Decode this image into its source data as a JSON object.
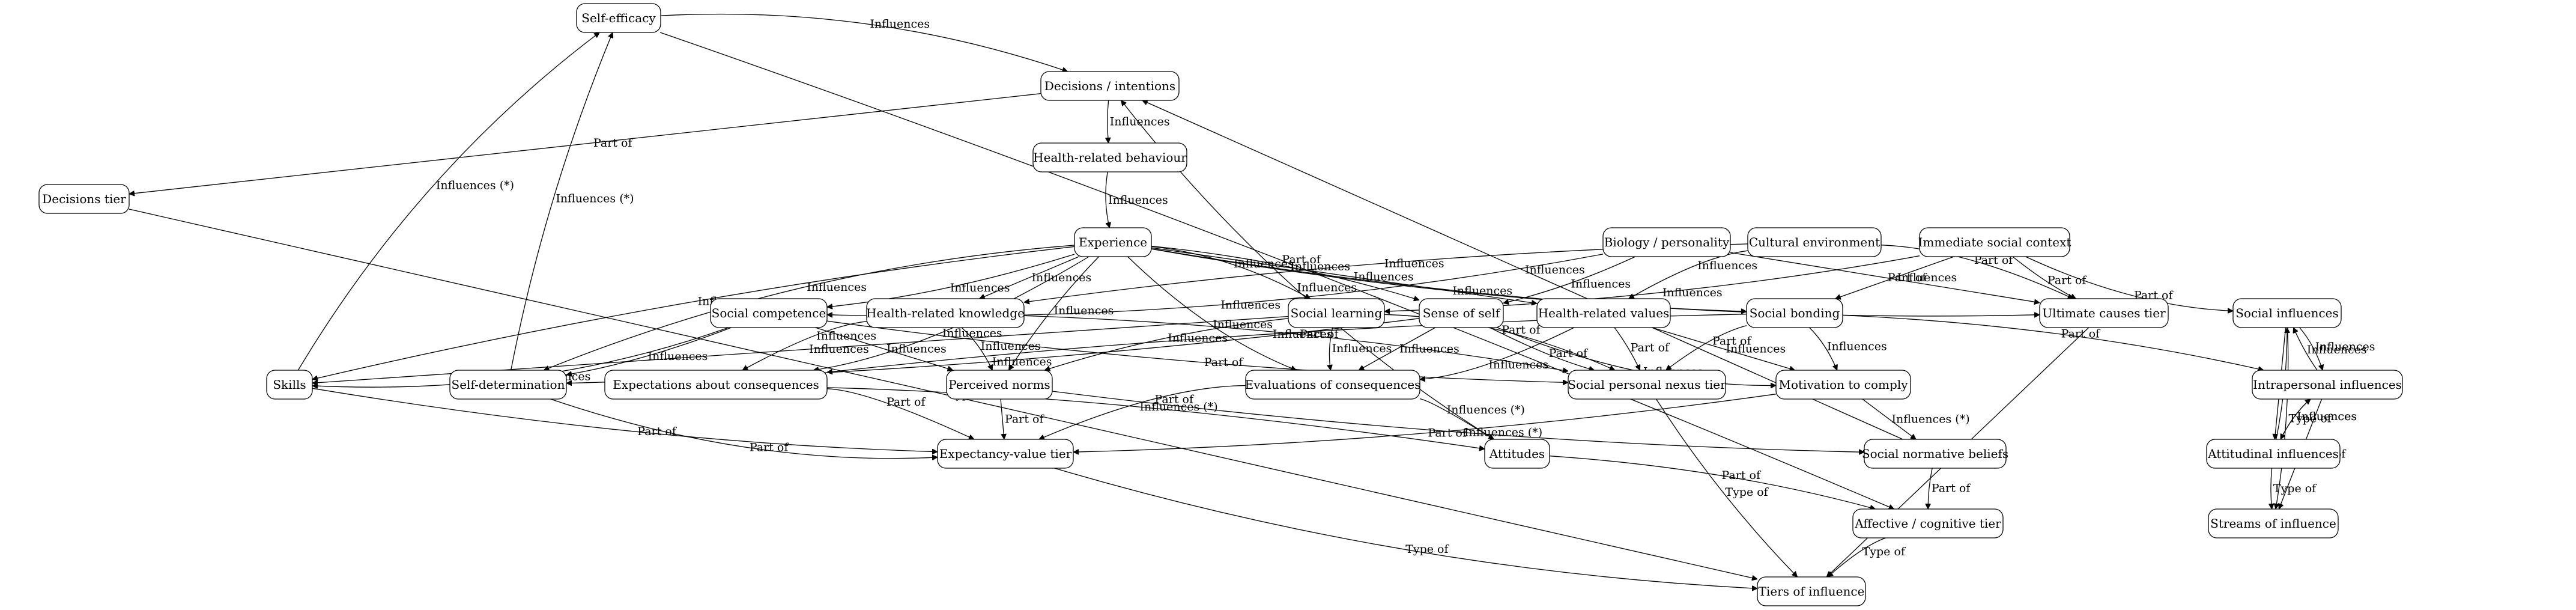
{
  "diagram": {
    "title": "",
    "nodes": [
      {
        "id": "self_efficacy",
        "label": "Self-efficacy"
      },
      {
        "id": "decisions",
        "label": "Decisions / intentions"
      },
      {
        "id": "decisions_tier",
        "label": "Decisions tier"
      },
      {
        "id": "behaviour",
        "label": "Health-related behaviour"
      },
      {
        "id": "experience",
        "label": "Experience"
      },
      {
        "id": "biology",
        "label": "Biology / personality"
      },
      {
        "id": "cultural",
        "label": "Cultural environment"
      },
      {
        "id": "immediate",
        "label": "Immediate social context"
      },
      {
        "id": "social_competence",
        "label": "Social competence"
      },
      {
        "id": "hr_knowledge",
        "label": "Health-related knowledge"
      },
      {
        "id": "social_learning",
        "label": "Social learning"
      },
      {
        "id": "sense_of_self",
        "label": "Sense of self"
      },
      {
        "id": "hr_values",
        "label": "Health-related values"
      },
      {
        "id": "social_bonding",
        "label": "Social bonding"
      },
      {
        "id": "ultimate",
        "label": "Ultimate causes tier"
      },
      {
        "id": "social_influences",
        "label": "Social influences"
      },
      {
        "id": "skills",
        "label": "Skills"
      },
      {
        "id": "self_determination",
        "label": "Self-determination"
      },
      {
        "id": "expectations",
        "label": "Expectations about consequences"
      },
      {
        "id": "perceived_norms",
        "label": "Perceived norms"
      },
      {
        "id": "evaluations",
        "label": "Evaluations of consequences"
      },
      {
        "id": "spn_tier",
        "label": "Social personal nexus tier"
      },
      {
        "id": "motivation",
        "label": "Motivation to comply"
      },
      {
        "id": "intrapersonal",
        "label": "Intrapersonal influences"
      },
      {
        "id": "ev_tier",
        "label": "Expectancy-value tier"
      },
      {
        "id": "attitudes",
        "label": "Attitudes"
      },
      {
        "id": "normative_beliefs",
        "label": "Social normative beliefs"
      },
      {
        "id": "attitudinal",
        "label": "Attitudinal influences"
      },
      {
        "id": "affective_tier",
        "label": "Affective / cognitive tier"
      },
      {
        "id": "streams",
        "label": "Streams of influence"
      },
      {
        "id": "tiers",
        "label": "Tiers of influence"
      }
    ],
    "edges": [
      {
        "from": "self_efficacy",
        "to": "decisions",
        "label": "Influences"
      },
      {
        "from": "self_efficacy",
        "to": "affective_tier",
        "label": "Part of"
      },
      {
        "from": "decisions",
        "to": "decisions_tier",
        "label": "Part of"
      },
      {
        "from": "decisions",
        "to": "behaviour",
        "label": "Influences"
      },
      {
        "from": "behaviour",
        "to": "experience",
        "label": "Influences"
      },
      {
        "from": "skills",
        "to": "self_efficacy",
        "label": "Influences (*)"
      },
      {
        "from": "self_determination",
        "to": "self_efficacy",
        "label": "Influences (*)"
      },
      {
        "from": "decisions_tier",
        "to": "tiers",
        "label": "Type of"
      },
      {
        "from": "experience",
        "to": "skills",
        "label": "Influences"
      },
      {
        "from": "experience",
        "to": "self_determination",
        "label": "Influences"
      },
      {
        "from": "experience",
        "to": "expectations",
        "label": "Influences"
      },
      {
        "from": "experience",
        "to": "social_competence",
        "label": "Influences"
      },
      {
        "from": "experience",
        "to": "hr_knowledge",
        "label": "Influences"
      },
      {
        "from": "experience",
        "to": "perceived_norms",
        "label": "Influences"
      },
      {
        "from": "experience",
        "to": "evaluations",
        "label": "Influences"
      },
      {
        "from": "experience",
        "to": "social_learning",
        "label": "Influences"
      },
      {
        "from": "experience",
        "to": "sense_of_self",
        "label": "Influences"
      },
      {
        "from": "experience",
        "to": "hr_values",
        "label": "Influences"
      },
      {
        "from": "experience",
        "to": "social_bonding",
        "label": "Influences"
      },
      {
        "from": "experience",
        "to": "ultimate",
        "label": "Part of"
      },
      {
        "from": "biology",
        "to": "social_competence",
        "label": "Influences"
      },
      {
        "from": "biology",
        "to": "sense_of_self",
        "label": "Influences"
      },
      {
        "from": "biology",
        "to": "ultimate",
        "label": "Part of"
      },
      {
        "from": "cultural",
        "to": "hr_knowledge",
        "label": "Influences"
      },
      {
        "from": "cultural",
        "to": "hr_values",
        "label": "Influences"
      },
      {
        "from": "cultural",
        "to": "ultimate",
        "label": "Part of"
      },
      {
        "from": "immediate",
        "to": "social_learning",
        "label": "Influences"
      },
      {
        "from": "immediate",
        "to": "social_bonding",
        "label": "Influences"
      },
      {
        "from": "immediate",
        "to": "ultimate",
        "label": "Part of"
      },
      {
        "from": "immediate",
        "to": "social_influences",
        "label": "Part of"
      },
      {
        "from": "social_competence",
        "to": "skills",
        "label": "Influences"
      },
      {
        "from": "social_competence",
        "to": "self_determination",
        "label": "Influences"
      },
      {
        "from": "social_competence",
        "to": "perceived_norms",
        "label": "Influences"
      },
      {
        "from": "social_competence",
        "to": "spn_tier",
        "label": "Part of"
      },
      {
        "from": "hr_knowledge",
        "to": "expectations",
        "label": "Influences"
      },
      {
        "from": "hr_knowledge",
        "to": "perceived_norms",
        "label": "Influences"
      },
      {
        "from": "hr_knowledge",
        "to": "spn_tier",
        "label": "Part of"
      },
      {
        "from": "social_learning",
        "to": "skills",
        "label": "Influences"
      },
      {
        "from": "social_learning",
        "to": "perceived_norms",
        "label": "Influences"
      },
      {
        "from": "social_learning",
        "to": "evaluations",
        "label": "Influences"
      },
      {
        "from": "social_learning",
        "to": "spn_tier",
        "label": "Part of"
      },
      {
        "from": "sense_of_self",
        "to": "self_determination",
        "label": "Influences"
      },
      {
        "from": "sense_of_self",
        "to": "evaluations",
        "label": "Influences"
      },
      {
        "from": "sense_of_self",
        "to": "spn_tier",
        "label": "Part of"
      },
      {
        "from": "sense_of_self",
        "to": "motivation",
        "label": "Influences"
      },
      {
        "from": "hr_values",
        "to": "evaluations",
        "label": "Influences"
      },
      {
        "from": "hr_values",
        "to": "spn_tier",
        "label": "Part of"
      },
      {
        "from": "hr_values",
        "to": "motivation",
        "label": "Influences"
      },
      {
        "from": "social_bonding",
        "to": "expectations",
        "label": "Influences"
      },
      {
        "from": "social_bonding",
        "to": "spn_tier",
        "label": "Part of"
      },
      {
        "from": "social_bonding",
        "to": "motivation",
        "label": "Influences"
      },
      {
        "from": "social_bonding",
        "to": "intrapersonal",
        "label": "Part of"
      },
      {
        "from": "ultimate",
        "to": "tiers",
        "label": "Type of"
      },
      {
        "from": "skills",
        "to": "ev_tier",
        "label": "Part of"
      },
      {
        "from": "self_determination",
        "to": "ev_tier",
        "label": "Part of"
      },
      {
        "from": "expectations",
        "to": "ev_tier",
        "label": "Part of"
      },
      {
        "from": "expectations",
        "to": "attitudes",
        "label": "Influences (*)"
      },
      {
        "from": "perceived_norms",
        "to": "ev_tier",
        "label": "Part of"
      },
      {
        "from": "perceived_norms",
        "to": "normative_beliefs",
        "label": "Influences (*)"
      },
      {
        "from": "evaluations",
        "to": "ev_tier",
        "label": "Part of"
      },
      {
        "from": "evaluations",
        "to": "attitudes",
        "label": "Influences (*)"
      },
      {
        "from": "motivation",
        "to": "ev_tier",
        "label": "Part of"
      },
      {
        "from": "motivation",
        "to": "normative_beliefs",
        "label": "Influences (*)"
      },
      {
        "from": "spn_tier",
        "to": "tiers",
        "label": "Type of"
      },
      {
        "from": "ev_tier",
        "to": "tiers",
        "label": "Type of"
      },
      {
        "from": "attitudes",
        "to": "decisions",
        "label": "Influences"
      },
      {
        "from": "attitudes",
        "to": "affective_tier",
        "label": "Part of"
      },
      {
        "from": "normative_beliefs",
        "to": "decisions",
        "label": "Influences"
      },
      {
        "from": "normative_beliefs",
        "to": "affective_tier",
        "label": "Part of"
      },
      {
        "from": "affective_tier",
        "to": "tiers",
        "label": "Type of"
      },
      {
        "from": "social_influences",
        "to": "intrapersonal",
        "label": "Influences"
      },
      {
        "from": "intrapersonal",
        "to": "social_influences",
        "label": "Influences"
      },
      {
        "from": "social_influences",
        "to": "attitudinal",
        "label": "Influences"
      },
      {
        "from": "attitudinal",
        "to": "social_influences",
        "label": "Influences"
      },
      {
        "from": "intrapersonal",
        "to": "attitudinal",
        "label": "Influences"
      },
      {
        "from": "attitudinal",
        "to": "intrapersonal",
        "label": "Influences"
      },
      {
        "from": "social_influences",
        "to": "streams",
        "label": "Type of"
      },
      {
        "from": "intrapersonal",
        "to": "streams",
        "label": "Type of"
      },
      {
        "from": "attitudinal",
        "to": "streams",
        "label": "Type of"
      }
    ]
  }
}
